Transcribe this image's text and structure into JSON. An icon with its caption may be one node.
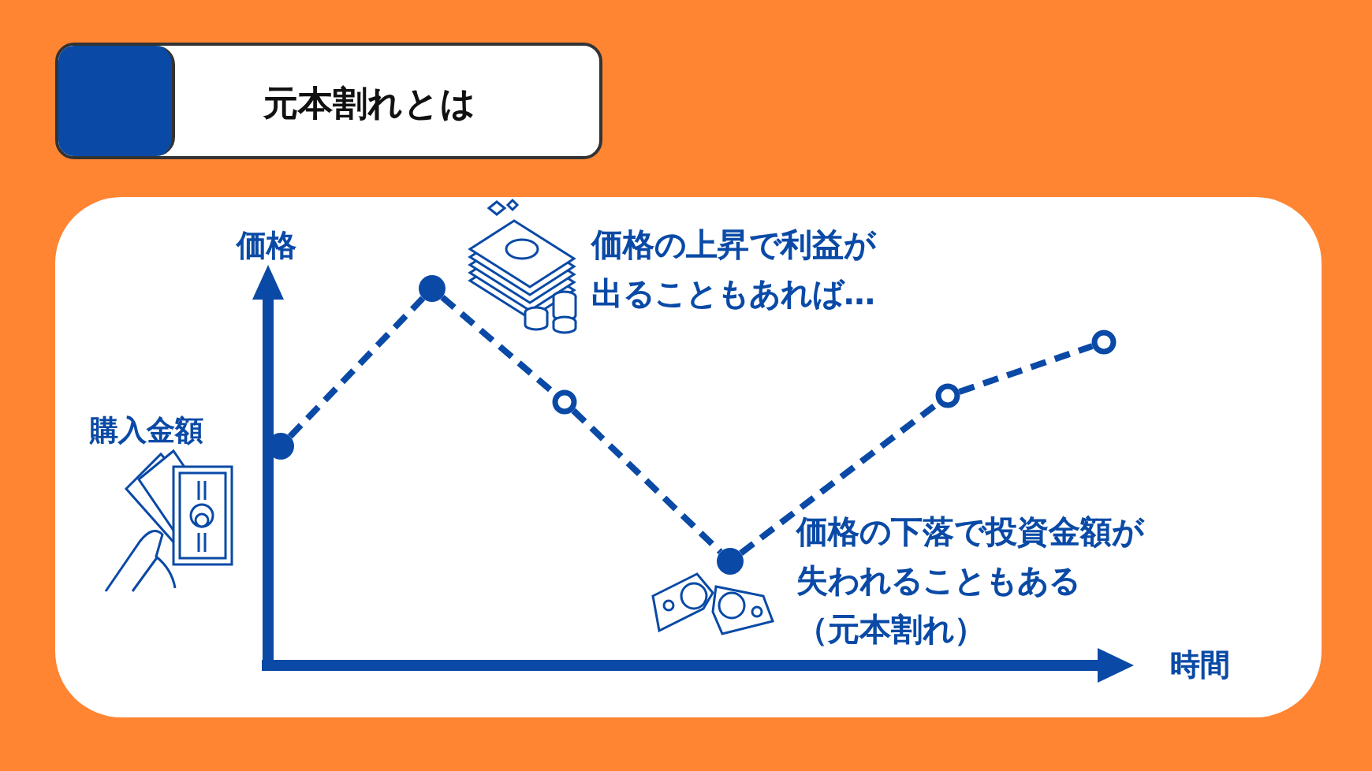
{
  "diagram": {
    "title": "元本割れとは",
    "nodes": [
      {
        "text": [],
        "shape": "dot"
      },
      {
        "text": [],
        "shape": "dot"
      },
      {
        "text": [],
        "shape": "circle"
      },
      {
        "text": [],
        "shape": "dot"
      },
      {
        "text": [],
        "shape": "circle"
      },
      {
        "text": [],
        "shape": "circle"
      }
    ],
    "edges": [
      {
        "from": 0,
        "to": 1,
        "arrow": "none",
        "style": "dashed"
      },
      {
        "from": 1,
        "to": 2,
        "arrow": "none",
        "style": "dashed"
      },
      {
        "from": 2,
        "to": 3,
        "arrow": "none",
        "style": "dashed"
      },
      {
        "from": 3,
        "to": 4,
        "arrow": "none",
        "style": "dashed"
      },
      {
        "from": 4,
        "to": 5,
        "arrow": "none",
        "style": "dashed"
      }
    ],
    "labels": [
      "価格",
      "価格の上昇で利益が出ることもあれば…",
      "購入金額",
      "価格の下落で投資金額が失われることもある（元本割れ）",
      "時間"
    ]
  }
}
